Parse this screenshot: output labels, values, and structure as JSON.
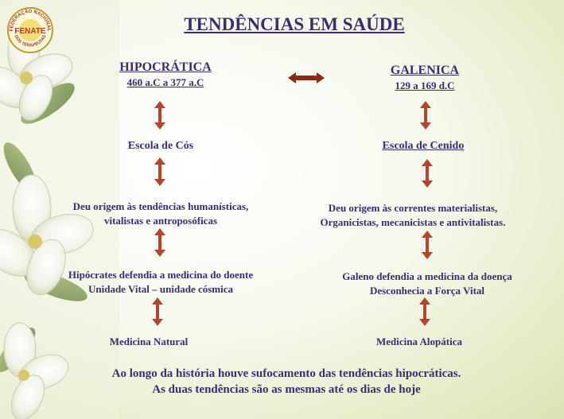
{
  "title": "TENDÊNCIAS EM SAÚDE",
  "logo": {
    "top_text": "FEDERAÇÃO NACIONAL",
    "name": "FENATE",
    "bottom_text": "DOS TERAPEUTAS"
  },
  "left": {
    "heading": "HIPOCRÁTICA",
    "period": "460 a.C a 377 a.C",
    "school": "Escola de Cós",
    "origin_line1": "Deu origem às tendências humanísticas,",
    "origin_line2": "vitalistas e antroposóficas",
    "defense_line1": "Hipócrates defendia a medicina do doente",
    "defense_line2": "Unidade Vital – unidade cósmica",
    "medicine": "Medicina  Natural"
  },
  "right": {
    "heading": "GALENICA",
    "period": "129 a 169 d.C",
    "school": "Escola de Cenido",
    "origin_line1": "Deu origem às correntes materialistas,",
    "origin_line2": "Organicistas, mecanicistas e antivitalistas.",
    "defense_line1": "Galeno defendia a medicina da doença",
    "defense_line2": "Desconhecia a Força Vital",
    "medicine": "Medicina  Alopática"
  },
  "footer": {
    "line1": "Ao longo da história houve sufocamento das tendências hipocráticas.",
    "line2": "As duas tendências são as mesmas até os dias de hoje"
  },
  "colors": {
    "text": "#3d2b74",
    "arrow": "#b5452a",
    "arrow_horizontal": "#8b2a12"
  }
}
